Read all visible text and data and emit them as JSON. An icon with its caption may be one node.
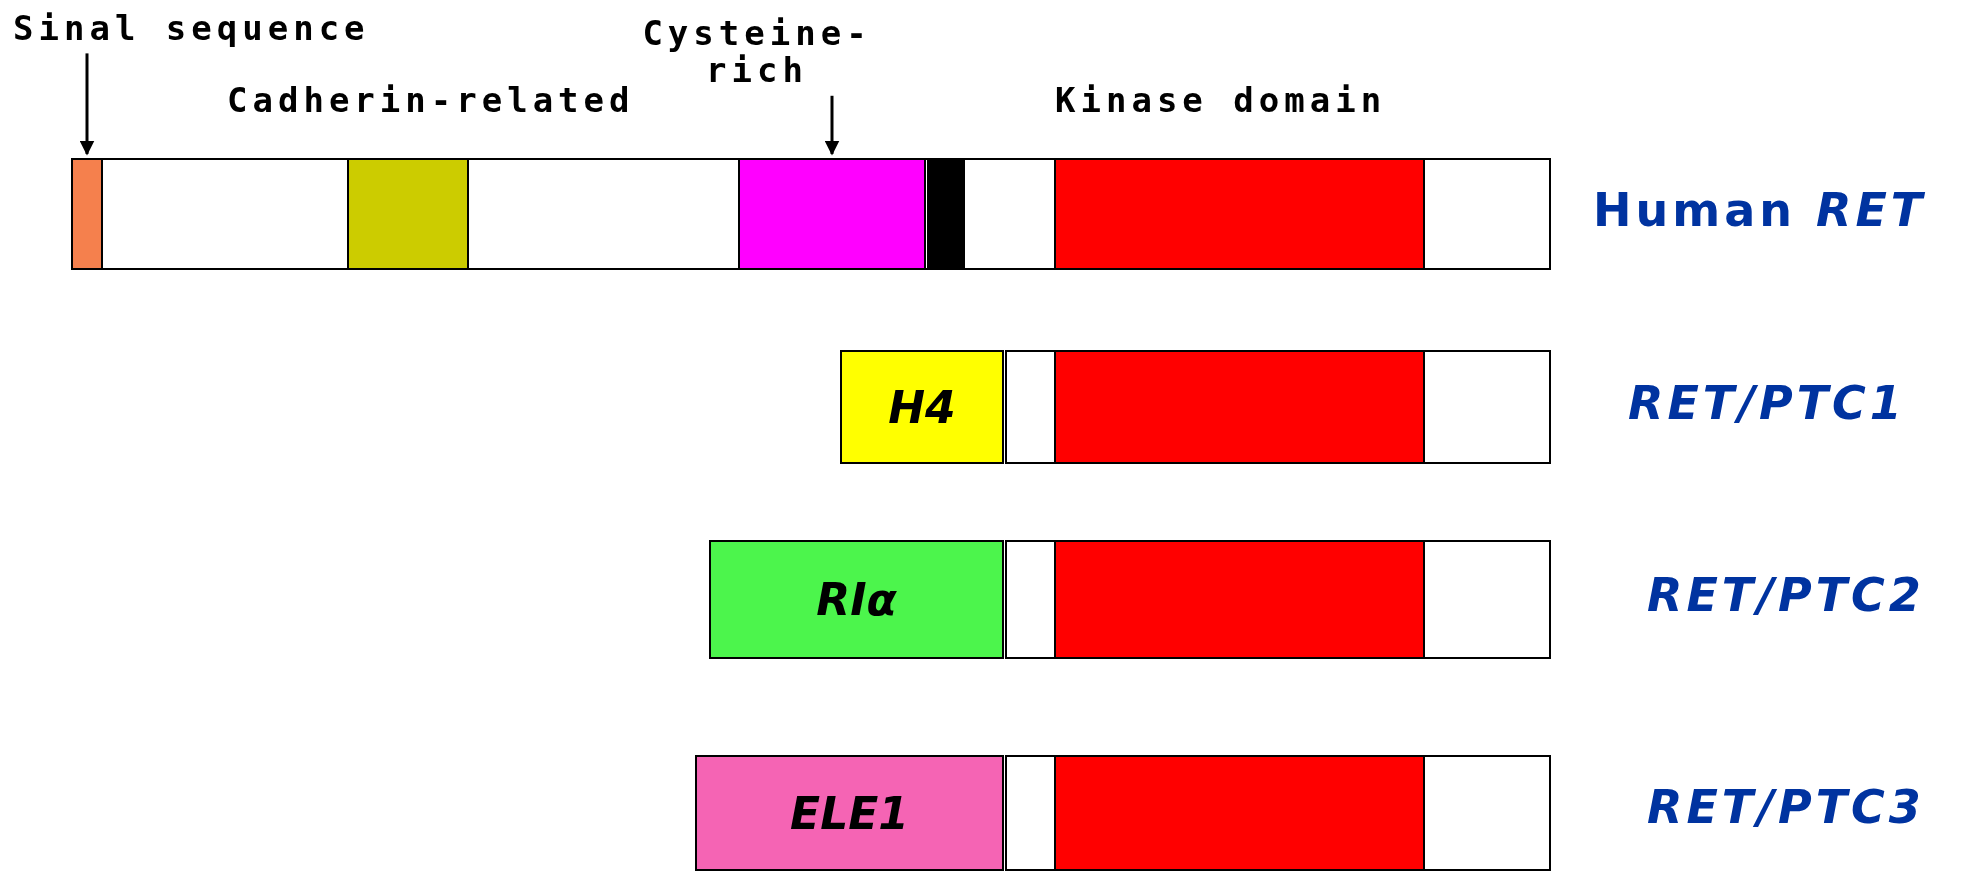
{
  "diagram": {
    "nodes": [
      {
        "text": [
          "Sinal sequence"
        ]
      },
      {
        "text": [],
        "shape": "box"
      },
      {
        "text": [
          "Cysteine- rich"
        ]
      },
      {
        "text": [],
        "shape": "box"
      },
      {
        "text": [
          "H4"
        ]
      },
      {
        "text": [
          "RIα"
        ]
      },
      {
        "text": [
          "ELE1"
        ]
      }
    ],
    "edges": [
      {
        "from": 0,
        "to": 1,
        "arrow": "to"
      },
      {
        "from": 2,
        "to": 3,
        "arrow": "to"
      }
    ],
    "labels": [
      "Cadherin-related",
      "Kinase domain",
      "Human *RET*",
      "RET/PTC1",
      "RET/PTC2",
      "RET/PTC3"
    ]
  }
}
